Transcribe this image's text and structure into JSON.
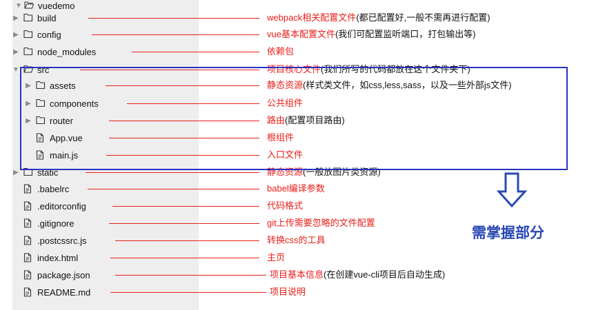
{
  "root": {
    "label": "vuedemo"
  },
  "items": [
    {
      "label": "build",
      "type": "folder",
      "desc": "webpack相关配置文件",
      "note": "(都已配置好,一般不需再进行配置)"
    },
    {
      "label": "config",
      "type": "folder",
      "desc": "vue基本配置文件",
      "note": "(我们可配置监听端口，打包输出等)"
    },
    {
      "label": "node_modules",
      "type": "folder",
      "desc": "依赖包",
      "note": ""
    },
    {
      "label": "src",
      "type": "folder-open",
      "desc": "项目核心文件",
      "note": "(我们所写的代码都放在这个文件夹下)"
    },
    {
      "label": "assets",
      "type": "folder",
      "desc": "静态资源",
      "note": "(样式类文件，如css,less,sass，以及一些外部js文件)"
    },
    {
      "label": "components",
      "type": "folder",
      "desc": "公共组件",
      "note": ""
    },
    {
      "label": "router",
      "type": "folder",
      "desc": "路由",
      "note": "(配置项目路由)"
    },
    {
      "label": "App.vue",
      "type": "file",
      "desc": "根组件",
      "note": ""
    },
    {
      "label": "main.js",
      "type": "file",
      "desc": "入口文件",
      "note": ""
    },
    {
      "label": "static",
      "type": "folder",
      "desc": "静态资源",
      "note": "(一般放图片类资源)"
    },
    {
      "label": ".babelrc",
      "type": "file",
      "desc": "babel编译参数",
      "note": ""
    },
    {
      "label": ".editorconfig",
      "type": "file",
      "desc": "代码格式",
      "note": ""
    },
    {
      "label": ".gitignore",
      "type": "file",
      "desc": "git上传需要忽略的文件配置",
      "note": ""
    },
    {
      "label": ".postcssrc.js",
      "type": "file",
      "desc": "转换css的工具",
      "note": ""
    },
    {
      "label": "index.html",
      "type": "file",
      "desc": "主页",
      "note": ""
    },
    {
      "label": "package.json",
      "type": "file",
      "desc": "项目基本信息",
      "note": "(在创建vue-cli项目后自动生成)"
    },
    {
      "label": "README.md",
      "type": "file",
      "desc": "项目说明",
      "note": ""
    }
  ],
  "callout": {
    "label": "需掌握部分"
  },
  "colors": {
    "annotation": "#e8201a",
    "highlight": "#2832c2",
    "callout": "#2a49b4",
    "panel": "#eeeeee"
  }
}
